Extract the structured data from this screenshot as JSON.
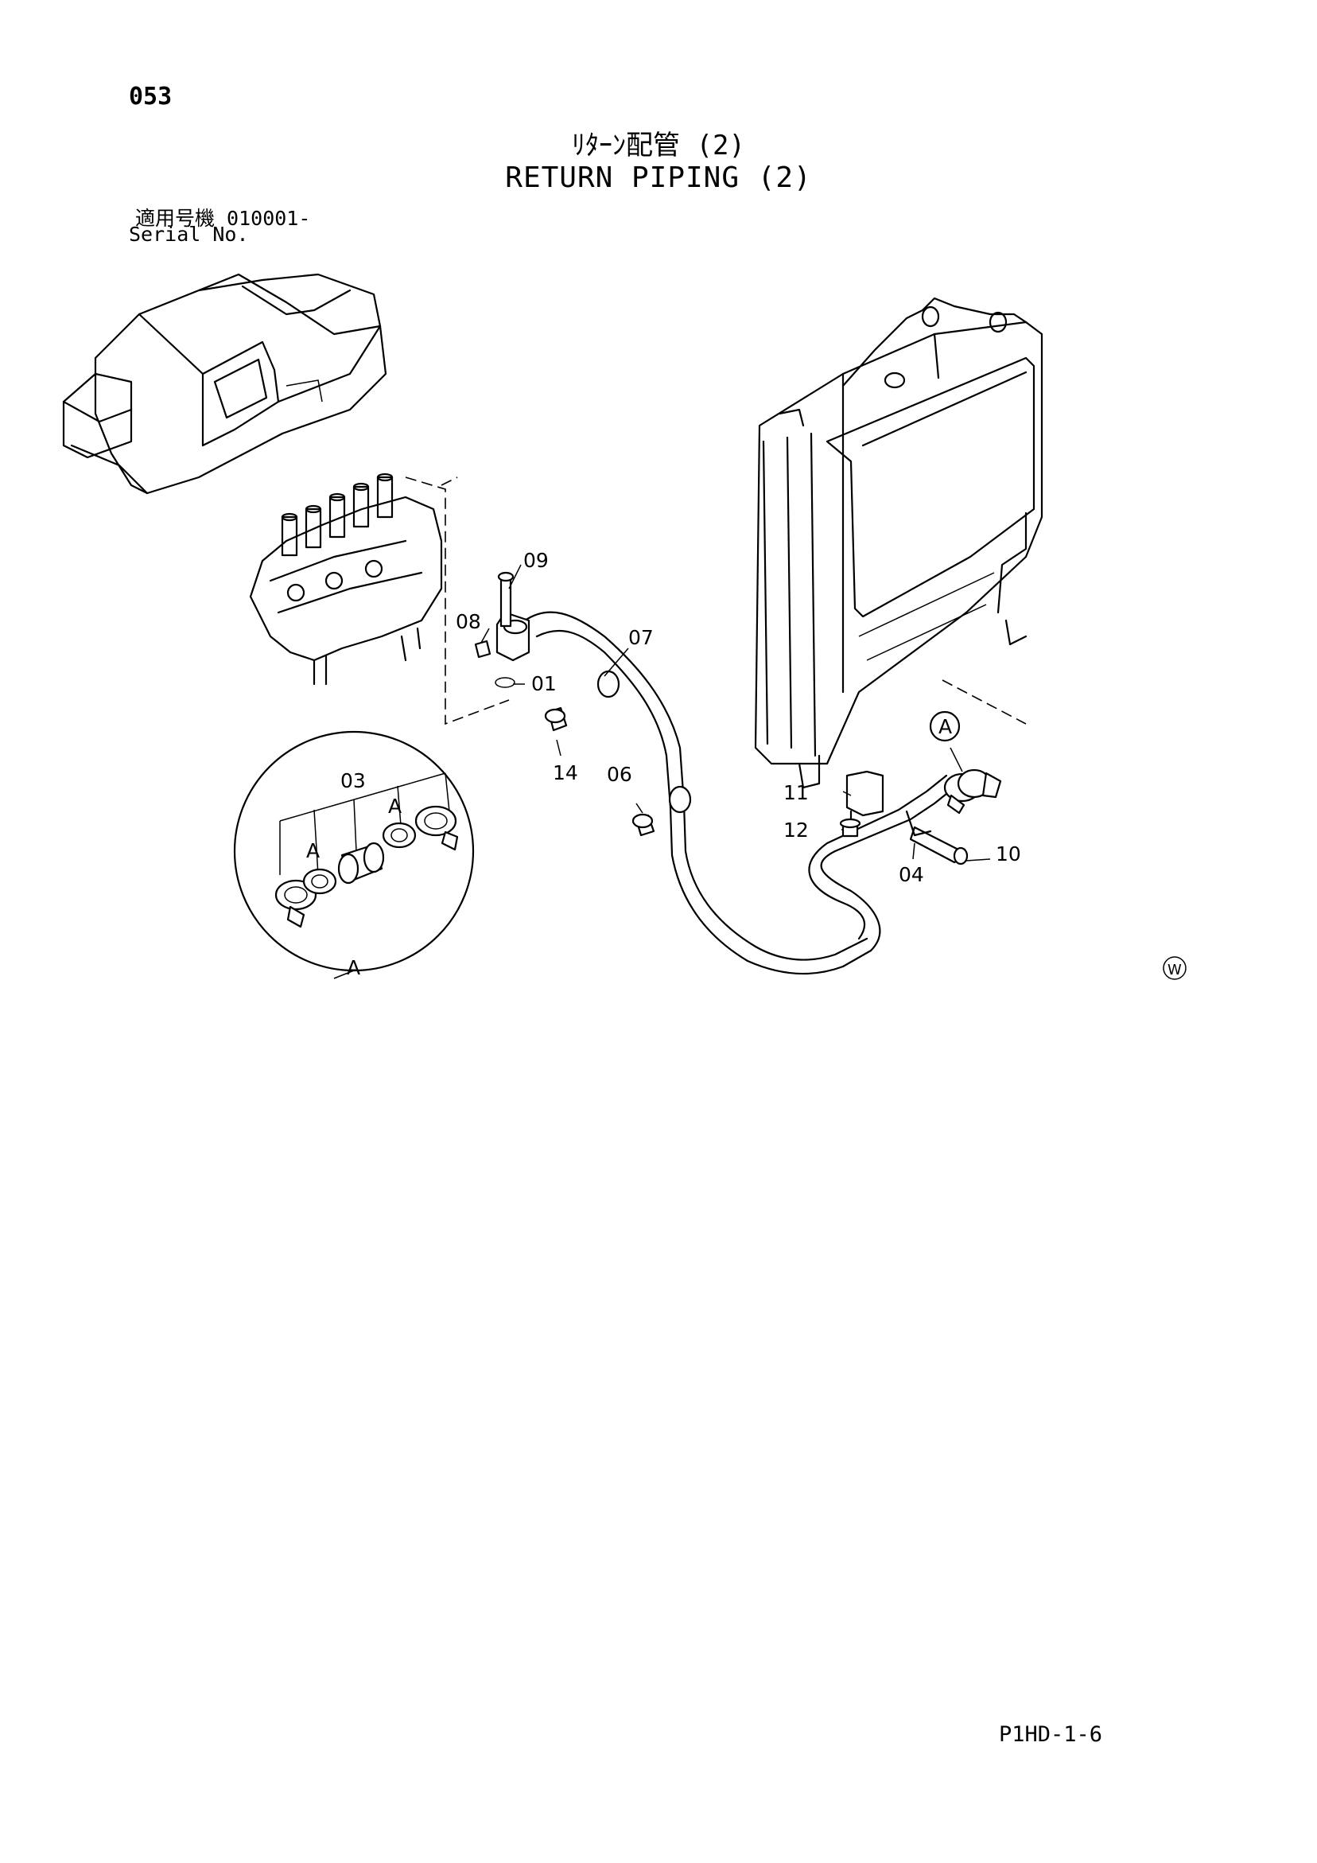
{
  "page": {
    "page_number": "053",
    "title_jp": "ﾘﾀｰﾝ配管 (2)",
    "title_en": "RETURN PIPING (2)",
    "serial_jp": "適用号機  010001-",
    "serial_label": "Serial No.",
    "drawing_code": "P1HD-1-6"
  },
  "callouts": {
    "c01": "01",
    "c03": "03",
    "c04": "04",
    "c06": "06",
    "c07": "07",
    "c08": "08",
    "c09": "09",
    "c10": "10",
    "c11": "11",
    "c12": "12",
    "c14": "14"
  },
  "detail": {
    "label_bottom": "A",
    "label_left": "A",
    "label_right": "A",
    "label_circle": "A"
  },
  "mark": {
    "symbol": "W"
  }
}
